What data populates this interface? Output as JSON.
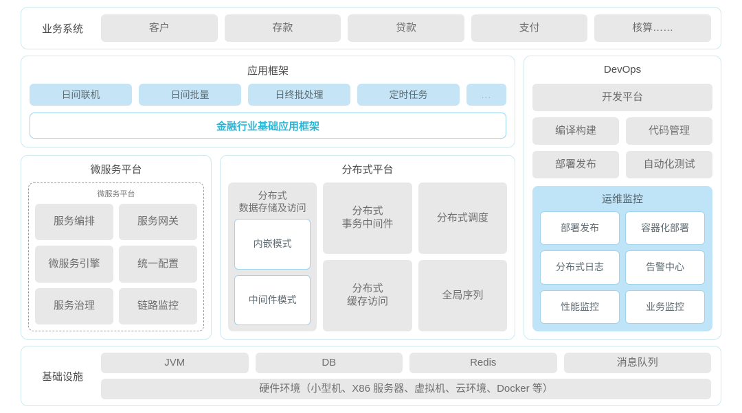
{
  "business_systems": {
    "label": "业务系统",
    "items": [
      "客户",
      "存款",
      "贷款",
      "支付",
      "核算……"
    ]
  },
  "app_framework": {
    "title": "应用框架",
    "chips": [
      "日间联机",
      "日间批量",
      "日终批处理",
      "定时任务",
      "..."
    ],
    "band": "金融行业基础应用框架",
    "band_color": "#2cb6d6"
  },
  "microservice_platform": {
    "title": "微服务平台",
    "inner_title": "微服务平台",
    "items": [
      "服务编排",
      "服务网关",
      "微服务引擎",
      "统一配置",
      "服务治理",
      "链路监控"
    ]
  },
  "distributed_platform": {
    "title": "分布式平台",
    "col1": {
      "title": "分布式\n数据存储及访问",
      "title_line1": "分布式",
      "title_line2": "数据存储及访问",
      "sub_items": [
        "内嵌模式",
        "中间件模式"
      ]
    },
    "cells": [
      {
        "line1": "分布式",
        "line2": "事务中间件"
      },
      {
        "line1": "分布式调度",
        "line2": ""
      },
      {
        "line1": "分布式",
        "line2": "缓存访问"
      },
      {
        "line1": "全局序列",
        "line2": ""
      }
    ]
  },
  "devops": {
    "title": "DevOps",
    "wide_item": "开发平台",
    "pairs": [
      [
        "编译构建",
        "代码管理"
      ],
      [
        "部署发布",
        "自动化测试"
      ]
    ],
    "ops_monitor": {
      "title": "运维监控",
      "bg_color": "#bfe4f8",
      "items": [
        "部署发布",
        "容器化部署",
        "分布式日志",
        "告警中心",
        "性能监控",
        "业务监控"
      ]
    }
  },
  "infrastructure": {
    "label": "基础设施",
    "items": [
      "JVM",
      "DB",
      "Redis",
      "消息队列"
    ],
    "hardware": "硬件环境（小型机、X86 服务器、虚拟机、云环境、Docker 等）"
  },
  "theme": {
    "panel_border": "#cfe9ef",
    "chip_gray": "#e8e8e8",
    "chip_blue": "#c5e5f7",
    "accent": "#2cb6d6"
  }
}
